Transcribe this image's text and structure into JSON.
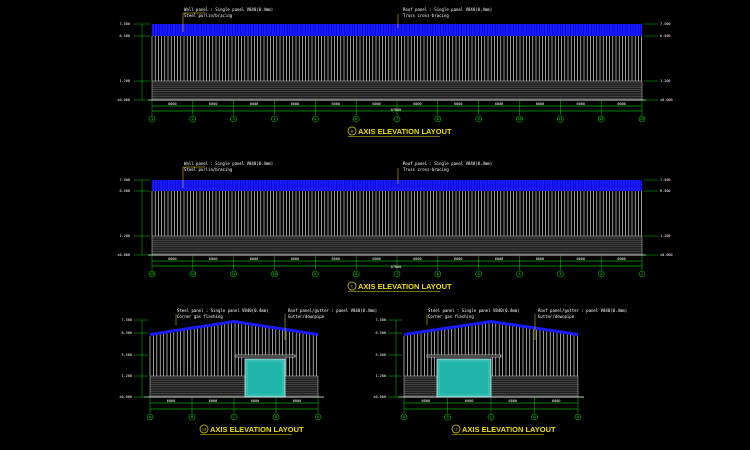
{
  "colors": {
    "background": "#000000",
    "roof": "#1a1aff",
    "cladding": "#ffffff",
    "brick": "#9a9a9a",
    "dimension": "#00ff00",
    "title": "#f0e000",
    "door": "#1fb5a8",
    "leader": "#f0e000"
  },
  "elevations": [
    {
      "title": "AXIS ELEVATION LAYOUT",
      "marker": "A",
      "roof_note": "Wall panel : Single panel V840(0.4mm)",
      "roof_note2": "Steel purlin/bracing",
      "mid_note": "Roof panel : Single panel V840(0.4mm)",
      "mid_note2": "Truss cross-bracing",
      "total_dim": "87000",
      "spans": [
        "6000",
        "6000",
        "6000",
        "6000",
        "6000",
        "6000",
        "6000",
        "6000",
        "6000",
        "6000",
        "6000",
        "6000"
      ],
      "grid_labels": [
        "1",
        "2",
        "3",
        "4",
        "5",
        "6",
        "7",
        "8",
        "9",
        "10",
        "11",
        "12",
        "13"
      ],
      "levels_left": [
        "7.500",
        "6.500",
        "1.200",
        "±0.000"
      ],
      "levels_right": [
        "7.500",
        "6.500",
        "1.200",
        "±0.000"
      ]
    },
    {
      "title": "AXIS ELEVATION LAYOUT",
      "marker": "C",
      "roof_note": "Wall panel : Single panel V840(0.4mm)",
      "roof_note2": "Steel purlin/bracing",
      "mid_note": "Roof panel : Single panel V840(0.4mm)",
      "mid_note2": "Truss cross-bracing",
      "total_dim": "87000",
      "spans": [
        "6000",
        "6000",
        "6000",
        "6000",
        "6000",
        "6000",
        "6000",
        "6000",
        "6000",
        "6000",
        "6000",
        "6000"
      ],
      "grid_labels": [
        "13",
        "12",
        "11",
        "10",
        "9",
        "8",
        "7",
        "6",
        "5",
        "4",
        "3",
        "2",
        "1"
      ],
      "levels_left": [
        "7.500",
        "6.500",
        "1.200",
        "±0.000"
      ],
      "levels_right": [
        "7.500",
        "6.500",
        "1.200",
        "±0.000"
      ]
    }
  ],
  "gables": [
    {
      "title": "AXIS ELEVATION LAYOUT",
      "marker": "13",
      "left_note": "Steel panel : Single panel V840(0.4mm)",
      "left_note2": "Corner gas flashing",
      "right_note": "Roof panel/gutter : panel V840(0.4mm)",
      "right_note2": "Gutter/downpipe",
      "spans": [
        "6000",
        "6000",
        "6000",
        "6000"
      ],
      "grid_labels": [
        "A",
        "B",
        "C",
        "D",
        "E"
      ],
      "levels": [
        "7.500",
        "6.500",
        "5.500",
        "1.200",
        "±0.000"
      ]
    },
    {
      "title": "AXIS ELEVATION LAYOUT",
      "marker": "1",
      "left_note": "Steel panel : Single panel V840(0.4mm)",
      "left_note2": "Corner gas flashing",
      "right_note": "Roof panel/gutter : panel V840(0.4mm)",
      "right_note2": "Gutter/downpipe",
      "spans": [
        "6000",
        "6000",
        "6000",
        "6000"
      ],
      "grid_labels": [
        "E",
        "D",
        "C",
        "B",
        "A"
      ],
      "levels": [
        "7.500",
        "6.500",
        "5.500",
        "1.200",
        "±0.000"
      ]
    }
  ]
}
